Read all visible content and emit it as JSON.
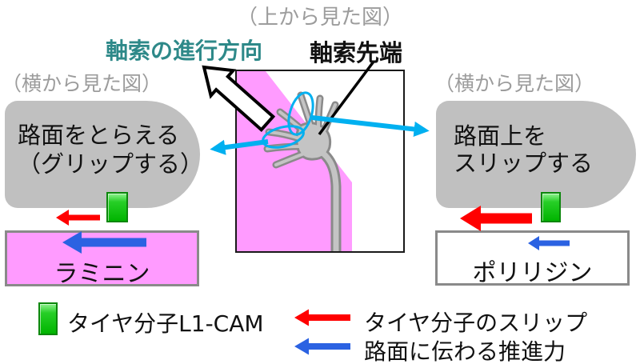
{
  "figure": {
    "top_view_caption": "（上から見た図）",
    "axon_direction_label": "軸索の進行方向",
    "axon_tip_label": "軸索先端",
    "left_panel": {
      "caption": "（横から見た図）",
      "growth_cone_line1": "路面をとらえる",
      "growth_cone_line2": "（グリップする）",
      "substrate_label": "ラミニン"
    },
    "right_panel": {
      "caption": "（横から見た図）",
      "growth_cone_line1": "路面上を",
      "growth_cone_line2": "スリップする",
      "substrate_label": "ポリリジン"
    },
    "legend": {
      "tire_molecule_label": "タイヤ分子L1-CAM",
      "slip_label": "タイヤ分子のスリップ",
      "propulsion_label": "路面に伝わる推進力"
    },
    "icons": {
      "tire_molecule_swatch": "green-rect",
      "slip_arrow": "red-left-arrow",
      "propulsion_arrow": "blue-left-arrow",
      "advance_arrow": "white-block-arrow-up-left",
      "callout_arrows": "cyan-arrows",
      "filopodia_highlight": "cyan-ellipse"
    },
    "colors": {
      "teal_heading": "#2E8989",
      "caption_gray": "#9C9C9C",
      "shape_gray": "#C0C0C0",
      "laminin_pink": "#FF9BFF",
      "tire_green": "#00C41C",
      "slip_red": "#FF0000",
      "propulsion_blue": "#2B62E2",
      "highlight_cyan": "#00B0F0"
    }
  }
}
